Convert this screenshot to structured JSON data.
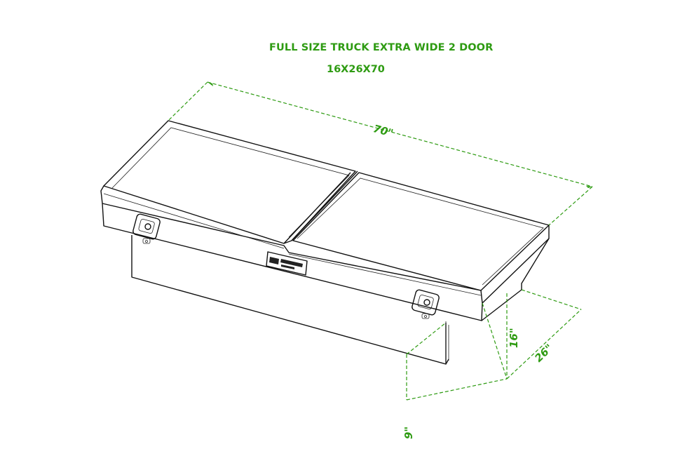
{
  "title": "FULL SIZE TRUCK EXTRA WIDE 2 DOOR",
  "subtitle": "16X26X70",
  "dimensions": {
    "length": "70\"",
    "depth": "26\"",
    "height": "16\"",
    "lower_height": "9\""
  },
  "colors": {
    "annotation": "#2e9b12",
    "outline": "#111111"
  },
  "components": {
    "lid_count": 2,
    "latches": [
      "latch-left",
      "latch-right"
    ],
    "nameplate": "brand-nameplate-logo"
  }
}
